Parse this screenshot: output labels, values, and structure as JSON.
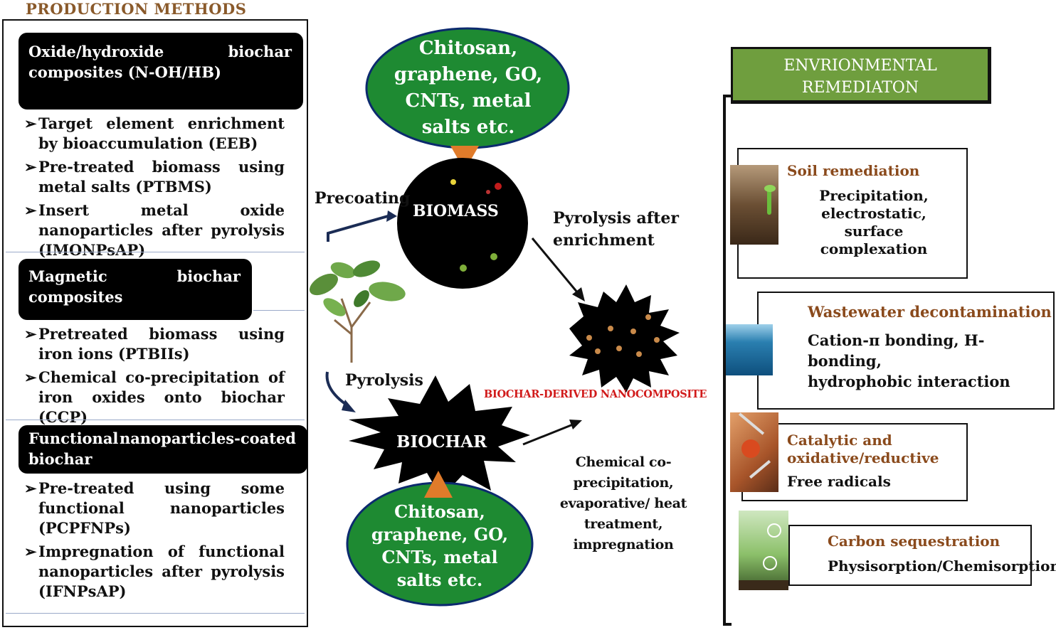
{
  "title": "PRODUCTION METHODS",
  "left_panel": {
    "sections": [
      {
        "header_line1_left": "Oxide/hydroxide",
        "header_line1_right": "biochar",
        "header_line2": "composites (N-OH/HB)",
        "items": [
          "Target element enrichment by bioaccumulation (EEB)",
          "Pre-treated biomass using metal salts (PTBMS)",
          "Insert metal oxide nanoparticles after pyrolysis (IMONPsAP)"
        ]
      },
      {
        "header_line1_left": "Magnetic",
        "header_line1_right": "biochar",
        "header_line2": "composites",
        "items": [
          "Pretreated biomass using iron ions (PTBIIs)",
          "Chemical co-precipitation of iron oxides onto biochar (CCP)"
        ]
      },
      {
        "header_line1_left": "Functional",
        "header_line1_right": "nanoparticles-coated",
        "header_line2": "biochar",
        "items": [
          "Pre-treated using some functional nanoparticles (PCPFNPs)",
          "Impregnation of functional nanoparticles after pyrolysis (IFNPsAP)"
        ]
      }
    ],
    "bullet": "➢"
  },
  "center": {
    "top_ellipse": [
      "Chitosan,",
      "graphene, GO,",
      "CNTs, metal",
      "salts etc."
    ],
    "bottom_ellipse": [
      "Chitosan,",
      "graphene, GO,",
      "CNTs, metal",
      "salts etc."
    ],
    "biomass_label": "BIOMASS",
    "biochar_label": "BIOCHAR",
    "precoating_label": "Precoating",
    "pyrolysis_label": "Pyrolysis",
    "pyrolysis_after_label": [
      "Pyrolysis after",
      "enrichment"
    ],
    "nanocomposite_label": "BIOCHAR-DERIVED NANOCOMPOSITE",
    "chemical_label": [
      "Chemical co-precipitation,",
      "evaporative/ heat",
      "treatment, impregnation"
    ]
  },
  "right_panel": {
    "header": [
      "ENVRIONMENTAL",
      "REMEDIATON"
    ],
    "boxes": [
      {
        "title": "Soil remediation",
        "text": [
          "Precipitation,",
          "electrostatic, surface",
          "complexation"
        ]
      },
      {
        "title": "Wastewater decontamination",
        "text": [
          "Cation-π bonding, H-bonding,",
          "hydrophobic interaction"
        ]
      },
      {
        "title": [
          "Catalytic and",
          "oxidative/reductive"
        ],
        "text": [
          "Free radicals"
        ]
      },
      {
        "title": "Carbon sequestration",
        "text": [
          "Physisorption/Chemisorption"
        ]
      }
    ],
    "thumb_icons": [
      "soil-sprout-icon",
      "water-surface-icon",
      "molecule-icon",
      "leaf-bubbles-icon"
    ]
  },
  "colors": {
    "title": "#8a5a2b",
    "ellipse_fill": "#1e8a32",
    "ellipse_stroke": "#0c2a6e",
    "orange_triangle": "#e07b2a",
    "env_header_fill": "#6f9e3e",
    "nanocomposite_label": "#d11b1b",
    "box_title": "#8a4a1c"
  }
}
